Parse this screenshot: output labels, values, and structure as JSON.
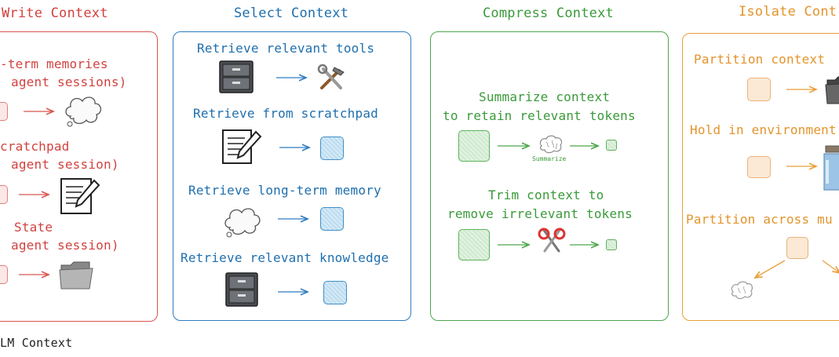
{
  "colors": {
    "write": "#d1423f",
    "select": "#1f6fae",
    "compress": "#3a9a3a",
    "isolate": "#e3942c"
  },
  "write": {
    "title": "Write Context",
    "items": [
      {
        "line1": "-term memories",
        "line2": " agent sessions)",
        "icon": "thought-cloud-icon"
      },
      {
        "line1": "cratchpad",
        "line2": " agent session)",
        "icon": "notepad-pencil-icon"
      },
      {
        "line1": "State",
        "line2": " agent session)",
        "icon": "folder-icon"
      }
    ]
  },
  "select": {
    "title": "Select Context",
    "items": [
      {
        "label": "Retrieve relevant tools",
        "icon": "file-cabinet-icon",
        "target": "tools-icon"
      },
      {
        "label": "Retrieve from scratchpad",
        "icon": "notepad-pencil-icon"
      },
      {
        "label": "Retrieve long-term memory",
        "icon": "thought-cloud-icon"
      },
      {
        "label": "Retrieve relevant knowledge",
        "icon": "file-cabinet-icon"
      }
    ]
  },
  "compress": {
    "title": "Compress Context",
    "items": [
      {
        "line1": "Summarize context",
        "line2": "to retain relevant tokens",
        "icon": "brain-icon",
        "icon_caption": "Summarize"
      },
      {
        "line1": "Trim context to",
        "line2": "remove irrelevant tokens",
        "icon": "scissors-icon"
      }
    ]
  },
  "isolate": {
    "title": "Isolate Cont",
    "items": [
      {
        "label": "Partition context",
        "icon": "folder-icon"
      },
      {
        "label": "Hold in environment",
        "icon": "jar-icon"
      },
      {
        "label": "Partition across mu",
        "icon": "brain-icon"
      }
    ]
  },
  "footer": {
    "caption": "LM Context"
  }
}
